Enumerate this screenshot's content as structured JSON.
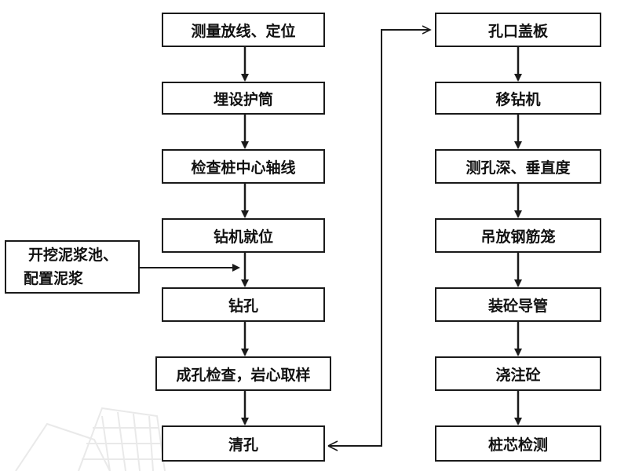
{
  "left_column": [
    {
      "id": "l1",
      "label": "测量放线、定位"
    },
    {
      "id": "l2",
      "label": "埋设护筒"
    },
    {
      "id": "l3",
      "label": "检查桩中心轴线"
    },
    {
      "id": "l4",
      "label": "钻机就位"
    },
    {
      "id": "l5",
      "label": "钻孔"
    },
    {
      "id": "l6",
      "label": "成孔检查，岩心取样"
    },
    {
      "id": "l7",
      "label": "清孔"
    }
  ],
  "right_column": [
    {
      "id": "r1",
      "label": "孔口盖板"
    },
    {
      "id": "r2",
      "label": "移钻机"
    },
    {
      "id": "r3",
      "label": "测孔深、垂直度"
    },
    {
      "id": "r4",
      "label": "吊放钢筋笼"
    },
    {
      "id": "r5",
      "label": "装砼导管"
    },
    {
      "id": "r6",
      "label": "浇注砼"
    },
    {
      "id": "r7",
      "label": "桩芯检测"
    }
  ],
  "side_input": {
    "line1": "开挖泥浆池、",
    "line2": "配置泥浆"
  },
  "colors": {
    "border": "#1a1a1a",
    "text": "#111111",
    "background": "#ffffff"
  }
}
